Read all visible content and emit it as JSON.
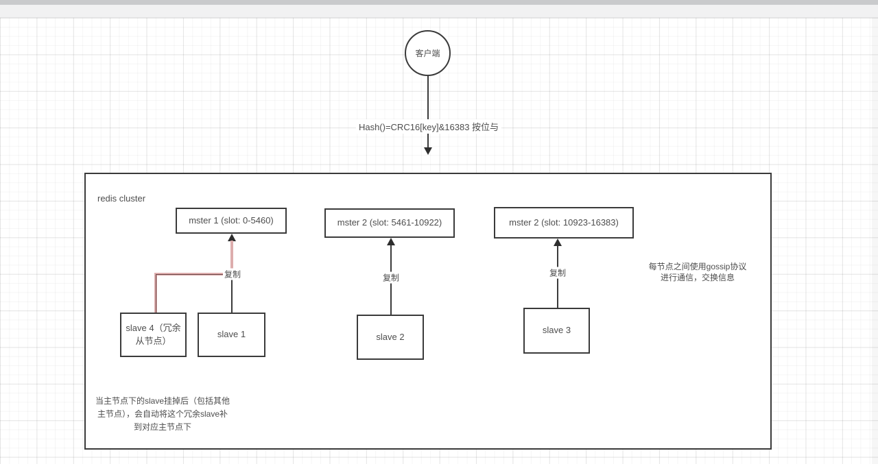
{
  "diagram": {
    "client_label": "客户端",
    "hash_formula": "Hash()=CRC16[key]&16383 按位与",
    "cluster_title": "redis cluster",
    "masters": [
      {
        "label": "mster 1 (slot: 0-5460)"
      },
      {
        "label": "mster 2 (slot: 5461-10922)"
      },
      {
        "label": "mster 2 (slot: 10923-16383)"
      }
    ],
    "slaves": [
      {
        "label": "slave 4（冗余从节点）"
      },
      {
        "label": "slave 1"
      },
      {
        "label": "slave 2"
      },
      {
        "label": "slave 3"
      }
    ],
    "replication_label": "复制",
    "gossip_note": {
      "line1": "每节点之间使用gossip协议",
      "line2": "进行通信，交换信息"
    },
    "failover_note": {
      "line1": "当主节点下的slave挂掉后（包括其他",
      "line2": "主节点），会自动将这个冗余slave补",
      "line3": "到对应主节点下"
    }
  },
  "colors": {
    "stroke": "#3a3a3a",
    "text": "#4d4d4d",
    "highlight_connector": "#ddadad",
    "toolbar_top": "#c9cacc",
    "toolbar_second": "#f1f1f2",
    "canvas_background": "#ffffff"
  }
}
